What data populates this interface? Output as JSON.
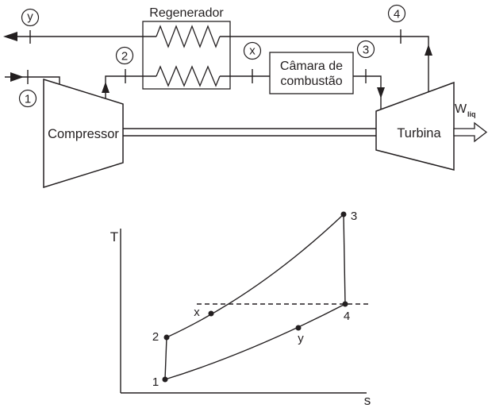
{
  "schematic": {
    "regenerator": {
      "label": "Regenerador"
    },
    "combustion_chamber": {
      "label_line1": "Câmara de",
      "label_line2": "combustão"
    },
    "compressor": {
      "label": "Compressor"
    },
    "turbine": {
      "label": "Turbina"
    },
    "net_work": {
      "symbol": "W",
      "subscript": "liq"
    },
    "state_labels": {
      "s1": "1",
      "s2": "2",
      "sx": "x",
      "s3": "3",
      "s4": "4",
      "sy": "y"
    }
  },
  "ts_diagram": {
    "vertical_axis_label": "T",
    "horizontal_axis_label": "s",
    "point_labels": {
      "p1": "1",
      "p2": "2",
      "px": "x",
      "p3": "3",
      "p4": "4",
      "py": "y"
    }
  },
  "colors": {
    "ink": "#231f20",
    "background": "#ffffff"
  }
}
